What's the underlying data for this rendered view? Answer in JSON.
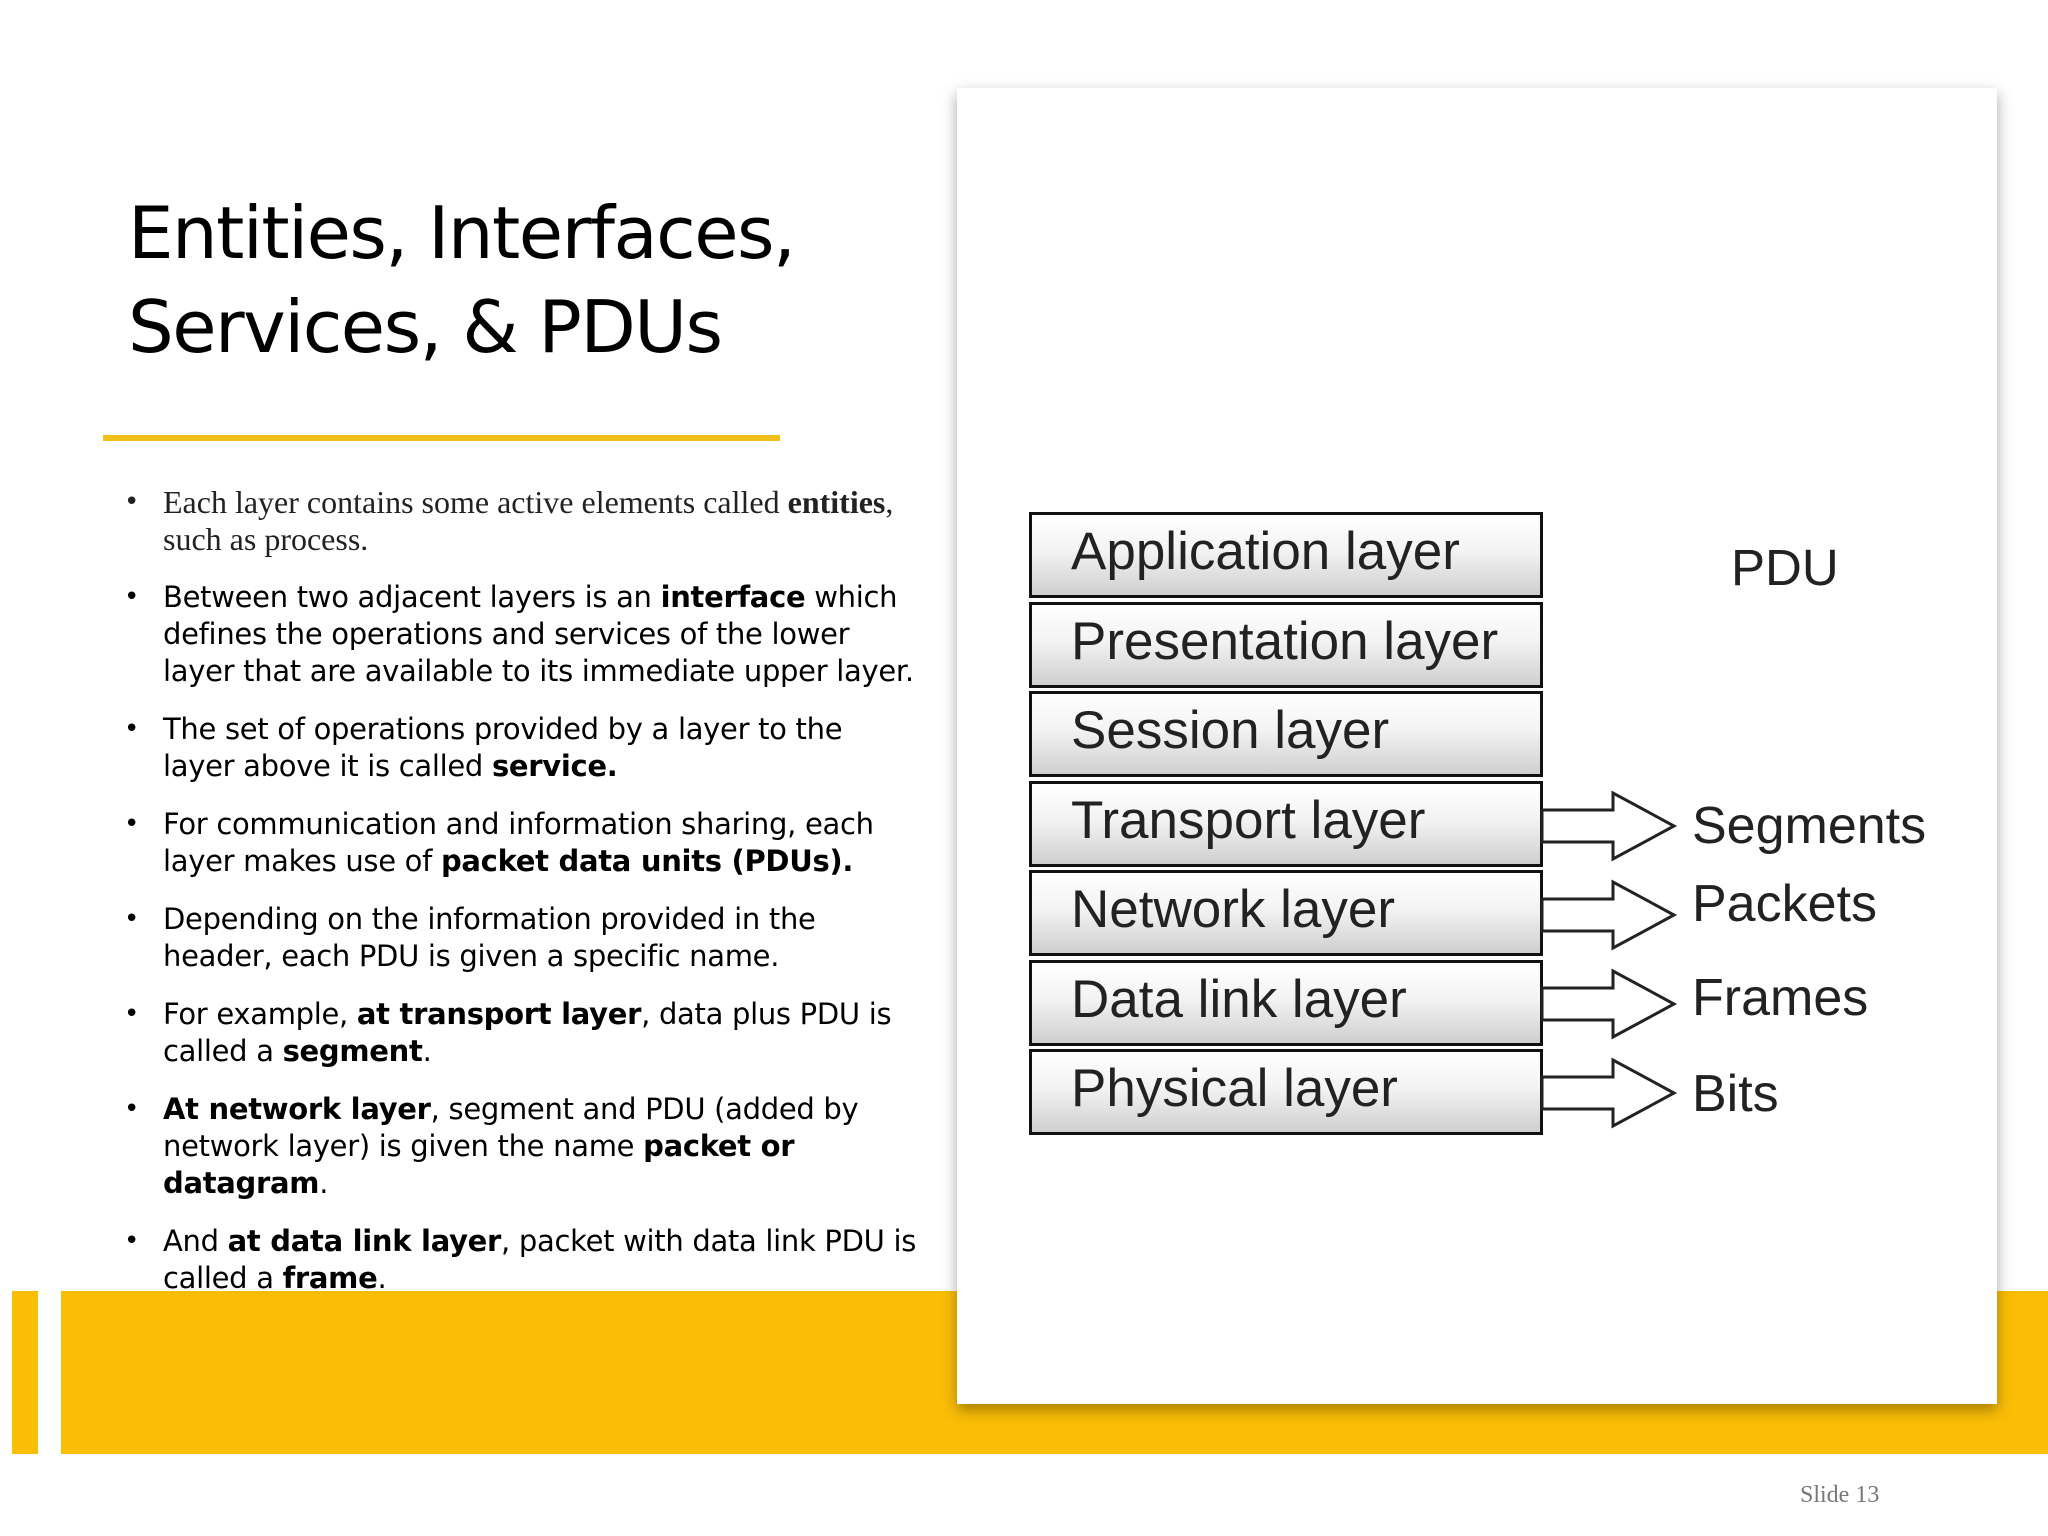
{
  "title": {
    "line1": "Entities, Interfaces,",
    "line2": "Services, & PDUs"
  },
  "bullets": [
    [
      "Each layer contains some active elements called ",
      {
        "b": "entities"
      },
      ", such as process."
    ],
    [
      "Between two adjacent layers is an ",
      {
        "b": "interface"
      },
      " which defines the operations and services of the lower layer that are available to its immediate upper layer."
    ],
    [
      "The set of operations provided by a layer to the layer above it is called ",
      {
        "b": "service."
      }
    ],
    [
      "For communication and information sharing, each layer makes use of ",
      {
        "b": "packet data units (PDUs)."
      }
    ],
    [
      "Depending on the information provided in the header, each PDU is given a specific name."
    ],
    [
      "For example, ",
      {
        "b": "at transport layer"
      },
      ", data plus PDU is called a ",
      {
        "b": "segment"
      },
      "."
    ],
    [
      {
        "b": "At network layer"
      },
      ", segment and PDU (added by network layer) is given the name ",
      {
        "b": "packet or datagram"
      },
      "."
    ],
    [
      "And ",
      {
        "b": "at data link layer"
      },
      ", packet with data link PDU is called a ",
      {
        "b": "frame"
      },
      "."
    ]
  ],
  "diagram": {
    "layers": [
      "Application layer",
      "Presentation layer",
      "Session layer",
      "Transport layer",
      "Network layer",
      "Data link layer",
      "Physical layer"
    ],
    "pdu_header": "PDU",
    "pdus": [
      "Segments",
      "Packets",
      "Frames",
      "Bits"
    ]
  },
  "slide_number": "Slide 13",
  "colors": {
    "accent_yellow": "#fbbe07",
    "rule_yellow": "#f2be1a"
  }
}
